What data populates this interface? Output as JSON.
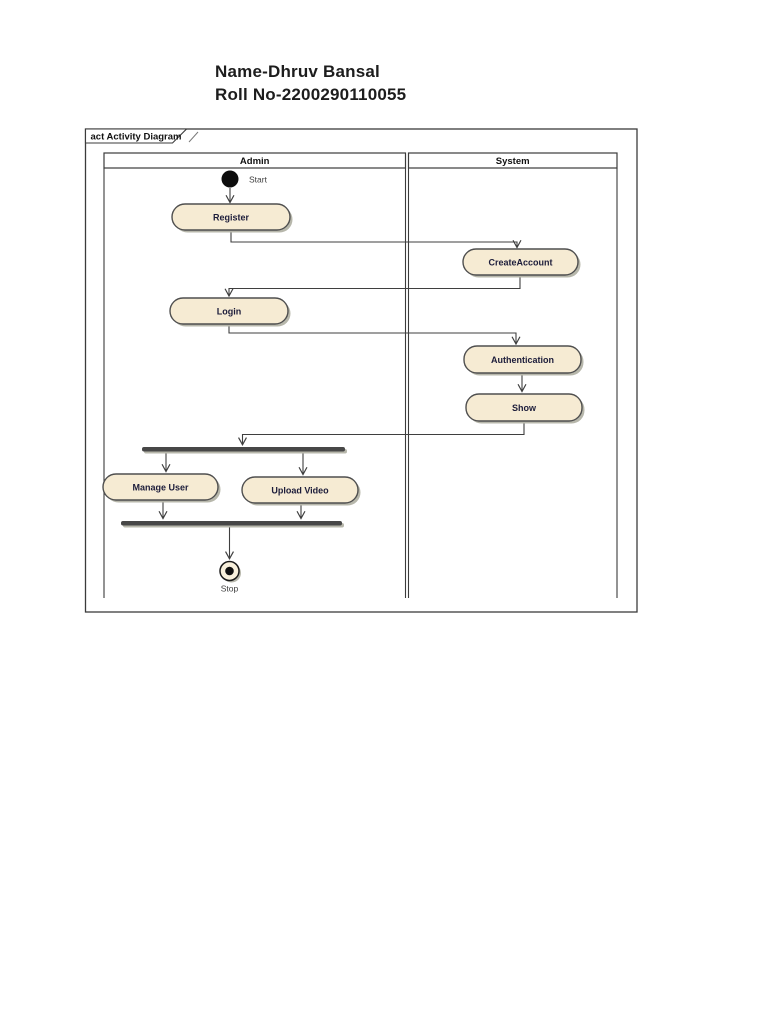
{
  "header": {
    "name_line": "Name-Dhruv Bansal",
    "roll_line": "Roll No-2200290110055"
  },
  "diagram": {
    "type": "uml-activity-diagram",
    "frame_label": "act Activity Diagram",
    "lanes": [
      {
        "label": "Admin"
      },
      {
        "label": "System"
      }
    ],
    "nodes": {
      "start": {
        "label": "Start",
        "type": "initial",
        "lane": "Admin"
      },
      "register": {
        "label": "Register",
        "type": "activity",
        "lane": "Admin"
      },
      "create_account": {
        "label": "CreateAccount",
        "type": "activity",
        "lane": "System"
      },
      "login": {
        "label": "Login",
        "type": "activity",
        "lane": "Admin"
      },
      "authentication": {
        "label": "Authentication",
        "type": "activity",
        "lane": "System"
      },
      "show": {
        "label": "Show",
        "type": "activity",
        "lane": "System"
      },
      "fork": {
        "label": "",
        "type": "fork",
        "lane": "Admin"
      },
      "manage_user": {
        "label": "Manage User",
        "type": "activity",
        "lane": "Admin"
      },
      "upload_video": {
        "label": "Upload Video",
        "type": "activity",
        "lane": "Admin"
      },
      "join": {
        "label": "",
        "type": "join",
        "lane": "Admin"
      },
      "stop": {
        "label": "Stop",
        "type": "final",
        "lane": "Admin"
      }
    },
    "edges": [
      {
        "from": "start",
        "to": "register"
      },
      {
        "from": "register",
        "to": "create_account"
      },
      {
        "from": "create_account",
        "to": "login"
      },
      {
        "from": "login",
        "to": "authentication"
      },
      {
        "from": "authentication",
        "to": "show"
      },
      {
        "from": "show",
        "to": "fork"
      },
      {
        "from": "fork",
        "to": "manage_user"
      },
      {
        "from": "fork",
        "to": "upload_video"
      },
      {
        "from": "manage_user",
        "to": "join"
      },
      {
        "from": "upload_video",
        "to": "join"
      },
      {
        "from": "join",
        "to": "stop"
      }
    ],
    "colors": {
      "node_fill": "#f6ebd3",
      "node_border": "#4f4f4f",
      "bar_fill": "#474747",
      "connector": "#3f3f3f",
      "frame_border": "#3b3b3b"
    }
  }
}
